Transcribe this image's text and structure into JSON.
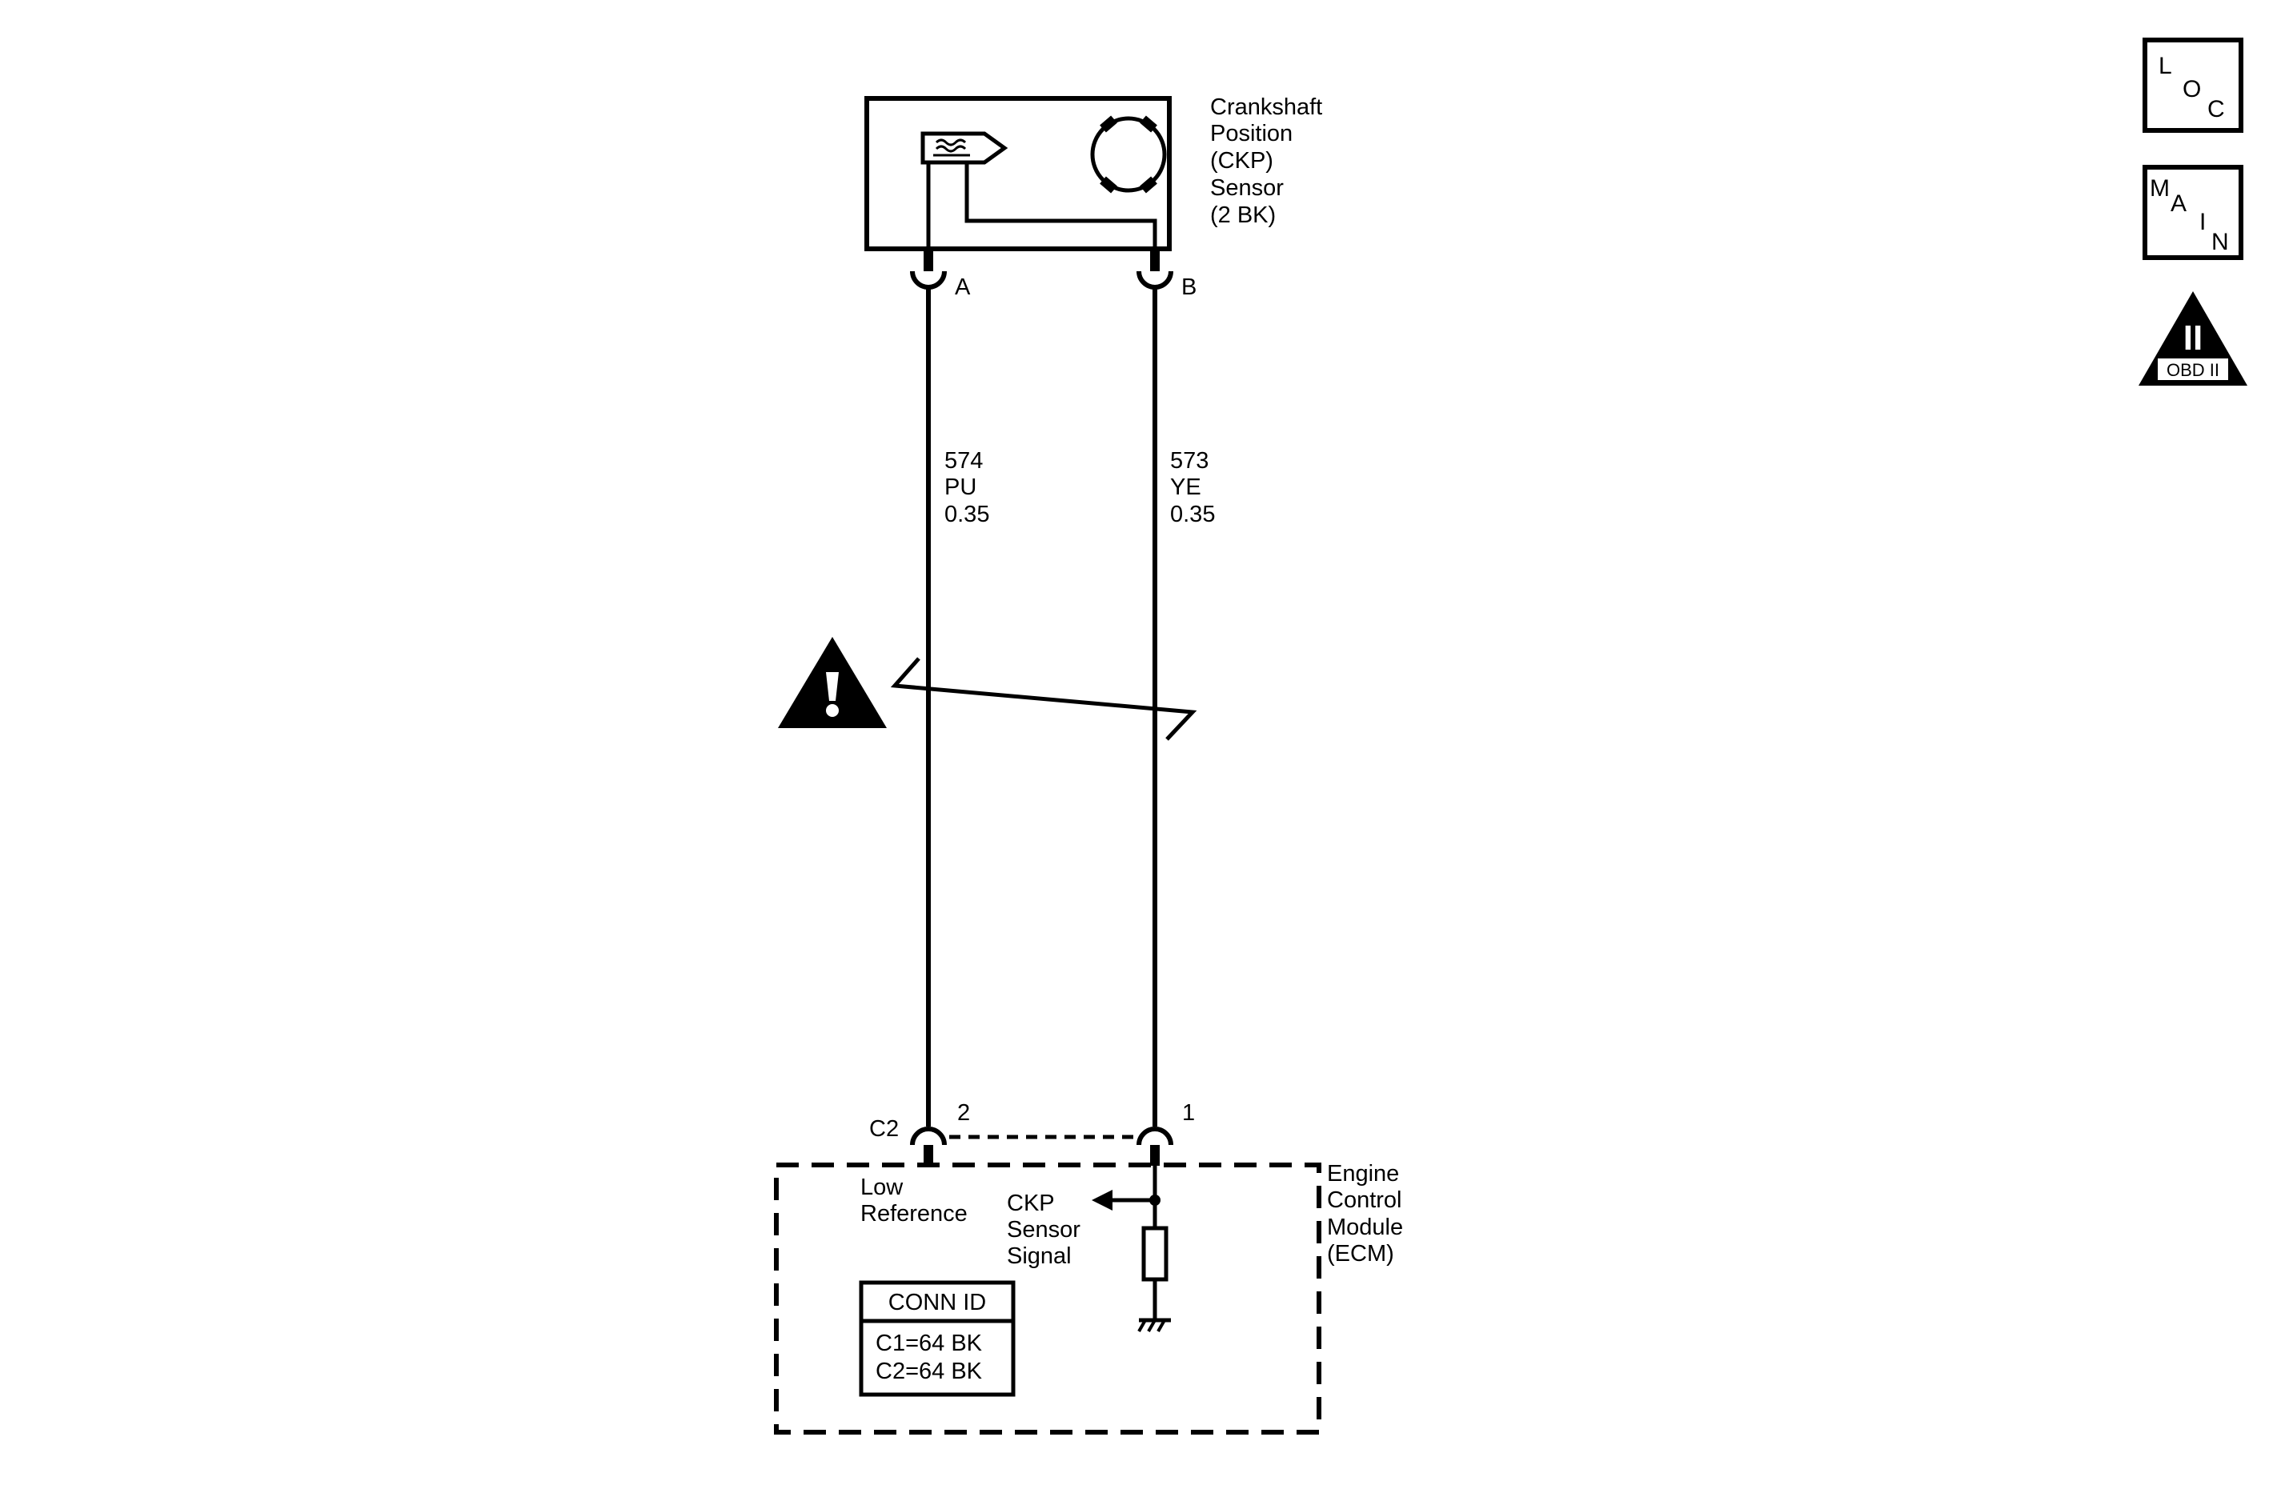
{
  "sensor": {
    "name_lines": [
      "Crankshaft",
      "Position",
      "(CKP)",
      "Sensor",
      "(2 BK)"
    ],
    "pin_a": "A",
    "pin_b": "B"
  },
  "wires": [
    {
      "circuit": "574",
      "color": "PU",
      "gauge": "0.35"
    },
    {
      "circuit": "573",
      "color": "YE",
      "gauge": "0.35"
    }
  ],
  "ecm": {
    "name_lines": [
      "Engine",
      "Control",
      "Module",
      "(ECM)"
    ],
    "connector": "C2",
    "pin_left": "2",
    "pin_right": "1",
    "low_reference_lines": [
      "Low",
      "Reference"
    ],
    "signal_lines": [
      "CKP",
      "Sensor",
      "Signal"
    ],
    "conn_id": {
      "title": "CONN ID",
      "rows": [
        "C1=64 BK",
        "C2=64 BK"
      ]
    }
  },
  "icons": {
    "loc": [
      "L",
      "O",
      "C"
    ],
    "main": [
      "M",
      "A",
      "I",
      "N"
    ],
    "obd": {
      "numeral": "II",
      "label": "OBD II"
    },
    "warning": "warning-icon"
  },
  "colors": {
    "ink": "#000000",
    "background": "#ffffff"
  }
}
